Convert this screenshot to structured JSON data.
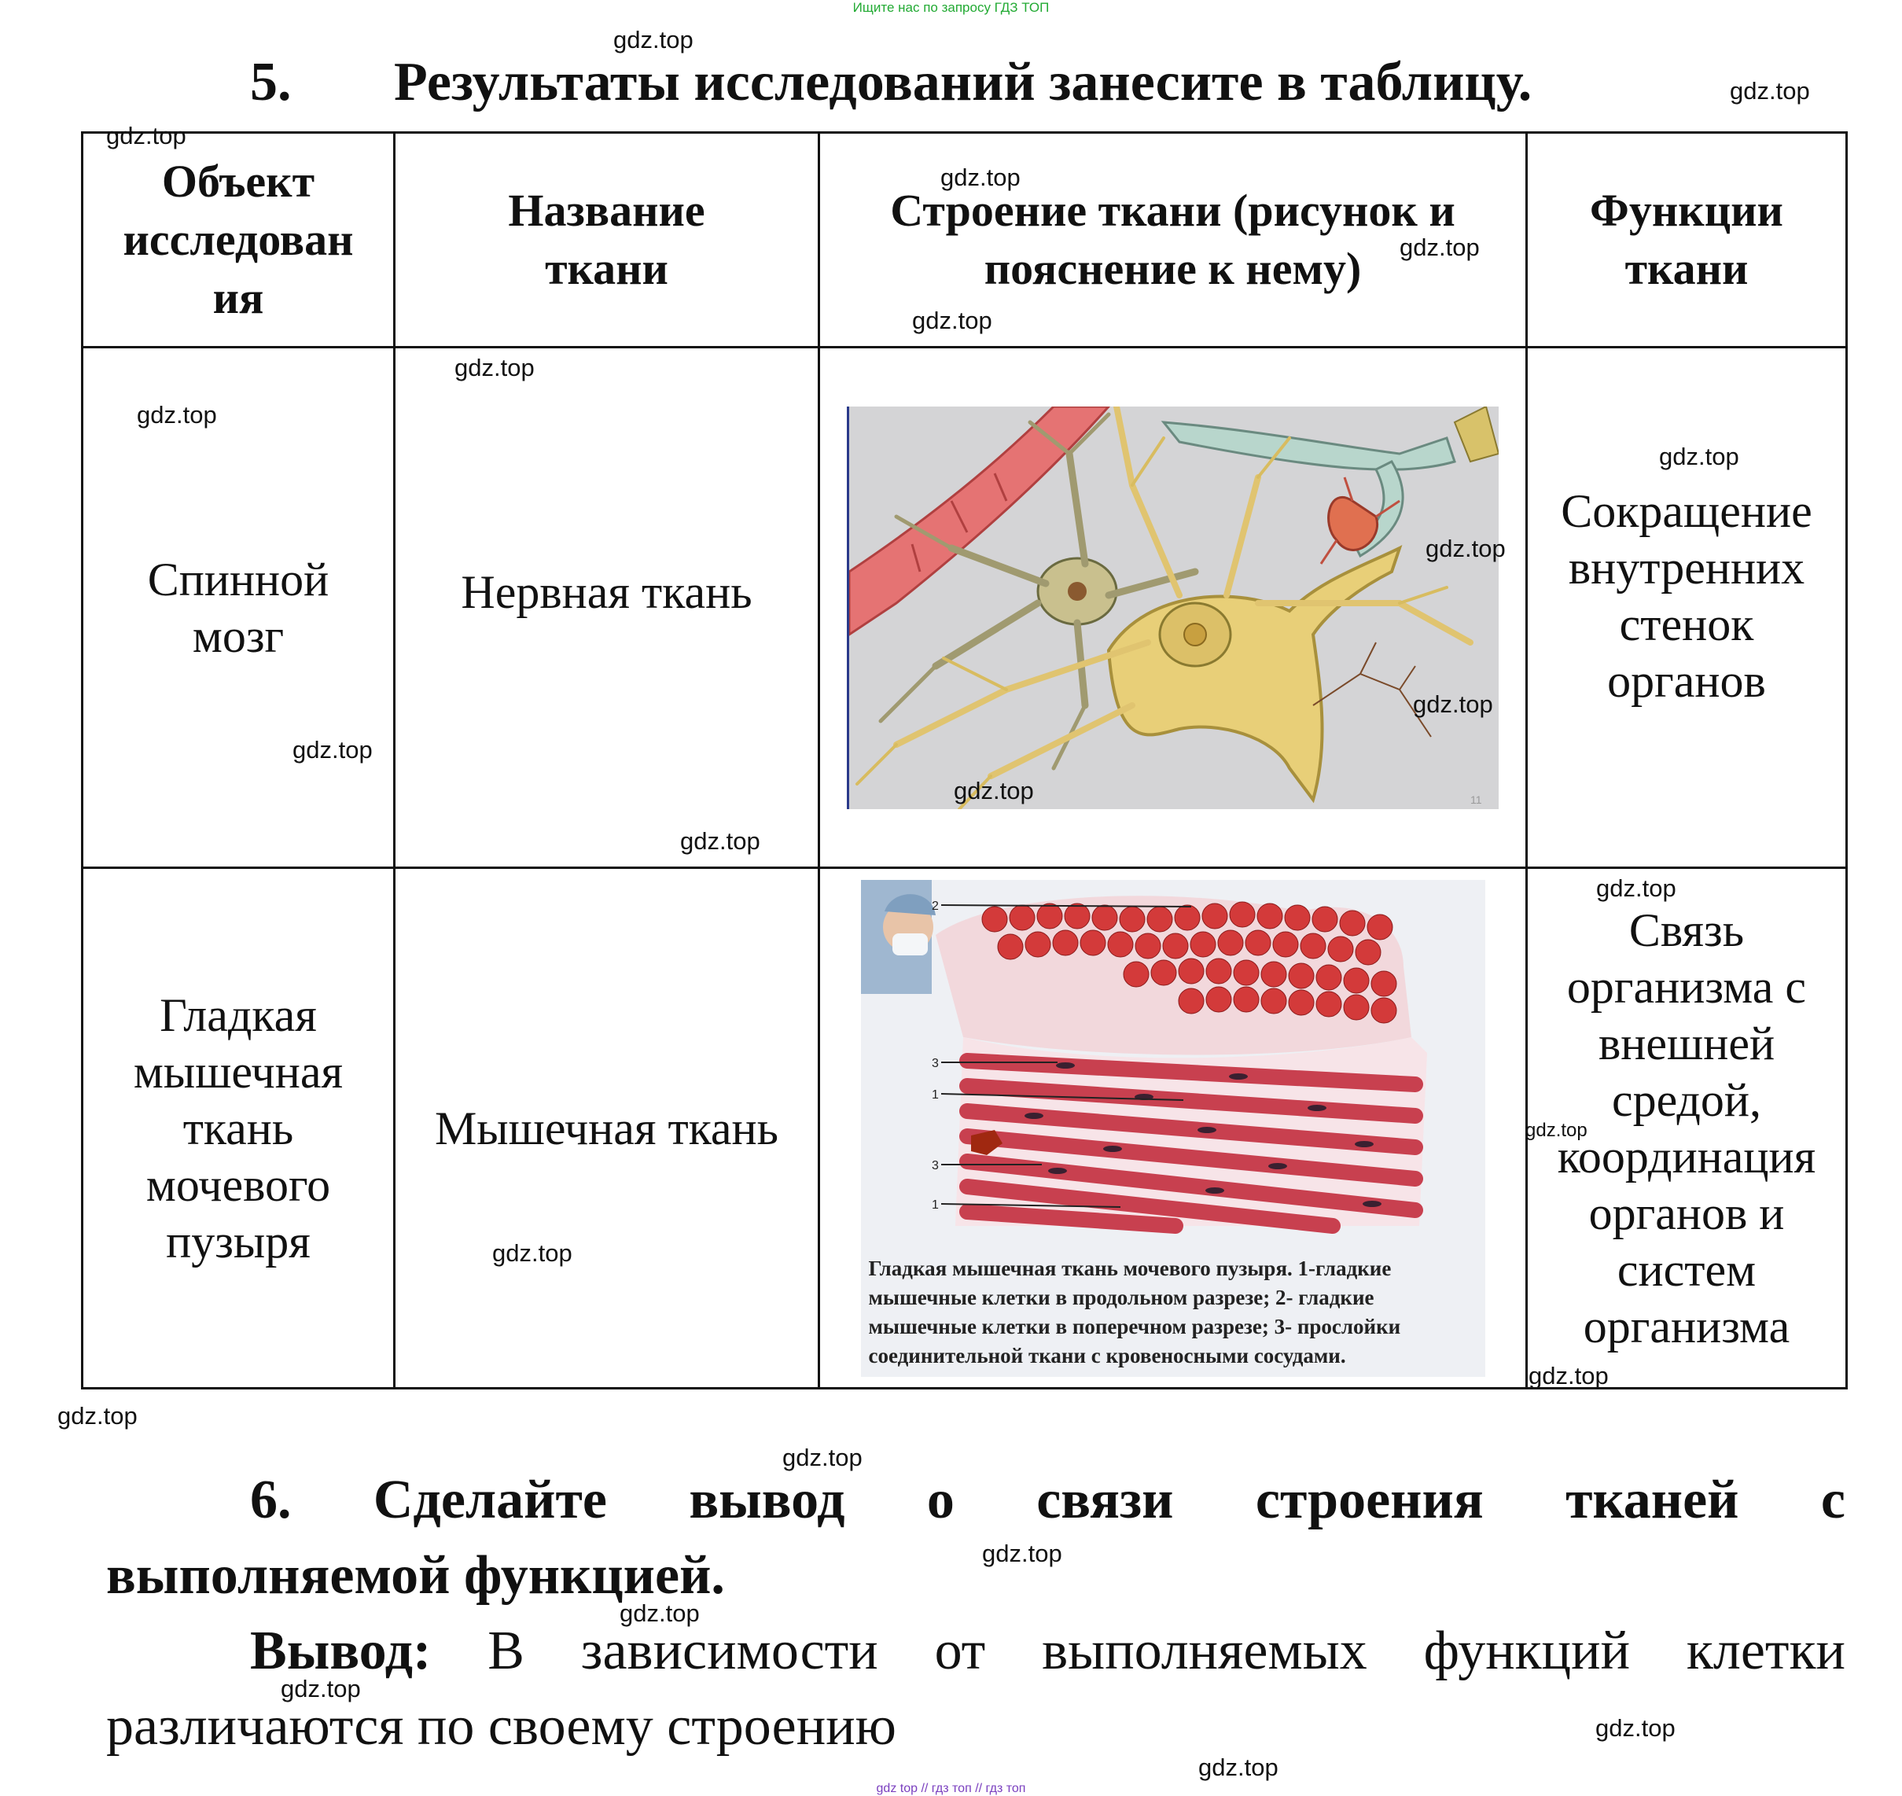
{
  "banner_top": "Ищите нас по запросу ГДЗ ТОП",
  "banner_bottom": "gdz top  //  гдз топ  //  гдз топ",
  "watermark": "gdz.top",
  "task5": {
    "number": "5.",
    "title": "Результаты исследований занесите в таблицу."
  },
  "table": {
    "headers": [
      "Объект исследован ия",
      "Название ткани",
      "Строение ткани (рисунок и пояснение к нему)",
      "Функции ткани"
    ],
    "rows": [
      {
        "object": "Спинной мозг",
        "tissue": "Нервная ткань",
        "function": "Сокращение внутренних стенок органов"
      },
      {
        "object": "Гладкая мышечная ткань мочевого пузыря",
        "tissue": "Мышечная ткань",
        "function": "Связь организма с внешней средой, координация органов и систем организма"
      }
    ],
    "muscle_caption": "Гладкая мышечная ткань мочевого пузыря. 1-гладкие мышечные клетки  в продольном разрезе; 2- гладкие мышечные клетки в поперечном разрезе; 3- прослойки соединительной ткани с кровеносными сосудами.",
    "muscle_labels": [
      "2",
      "3",
      "1",
      "3",
      "1"
    ],
    "neuron_mark": "11"
  },
  "task6": {
    "number": "6.",
    "words_line1": [
      "Сделайте",
      "вывод",
      "о",
      "связи",
      "строения",
      "тканей",
      "с"
    ],
    "line2": "выполняемой функцией."
  },
  "conclusion": {
    "label": "Вывод:",
    "words_line1": [
      "В",
      "зависимости",
      "от",
      "выполняемых",
      "функций",
      "клетки"
    ],
    "line2": "различаются по своему строению"
  },
  "colors": {
    "banner_top": "#22aa33",
    "banner_bottom": "#7a3fbf",
    "vessel": "#e57373",
    "neuron": "#d8c26a",
    "muscle": "#c8404f"
  }
}
